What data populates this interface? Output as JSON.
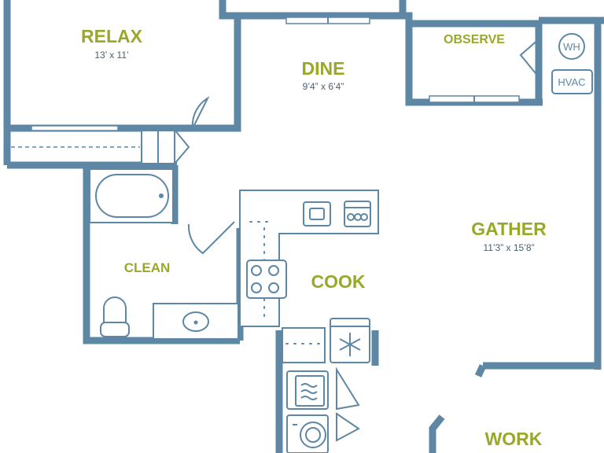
{
  "rooms": {
    "relax": {
      "name": "RELAX",
      "dims": "13’ x 11’"
    },
    "dine": {
      "name": "DINE",
      "dims": "9’4” x 6’4”"
    },
    "observe": {
      "name": "OBSERVE"
    },
    "gather": {
      "name": "GATHER",
      "dims": "11’3” x 15’8”"
    },
    "clean": {
      "name": "CLEAN"
    },
    "cook": {
      "name": "COOK"
    },
    "work": {
      "name": "WORK"
    }
  },
  "utilities": {
    "water_heater": "WH",
    "hvac": "HVAC"
  },
  "colors": {
    "wall": "#5d87a5",
    "label": "#9aa82a",
    "dimension_text": "#4b6070"
  }
}
